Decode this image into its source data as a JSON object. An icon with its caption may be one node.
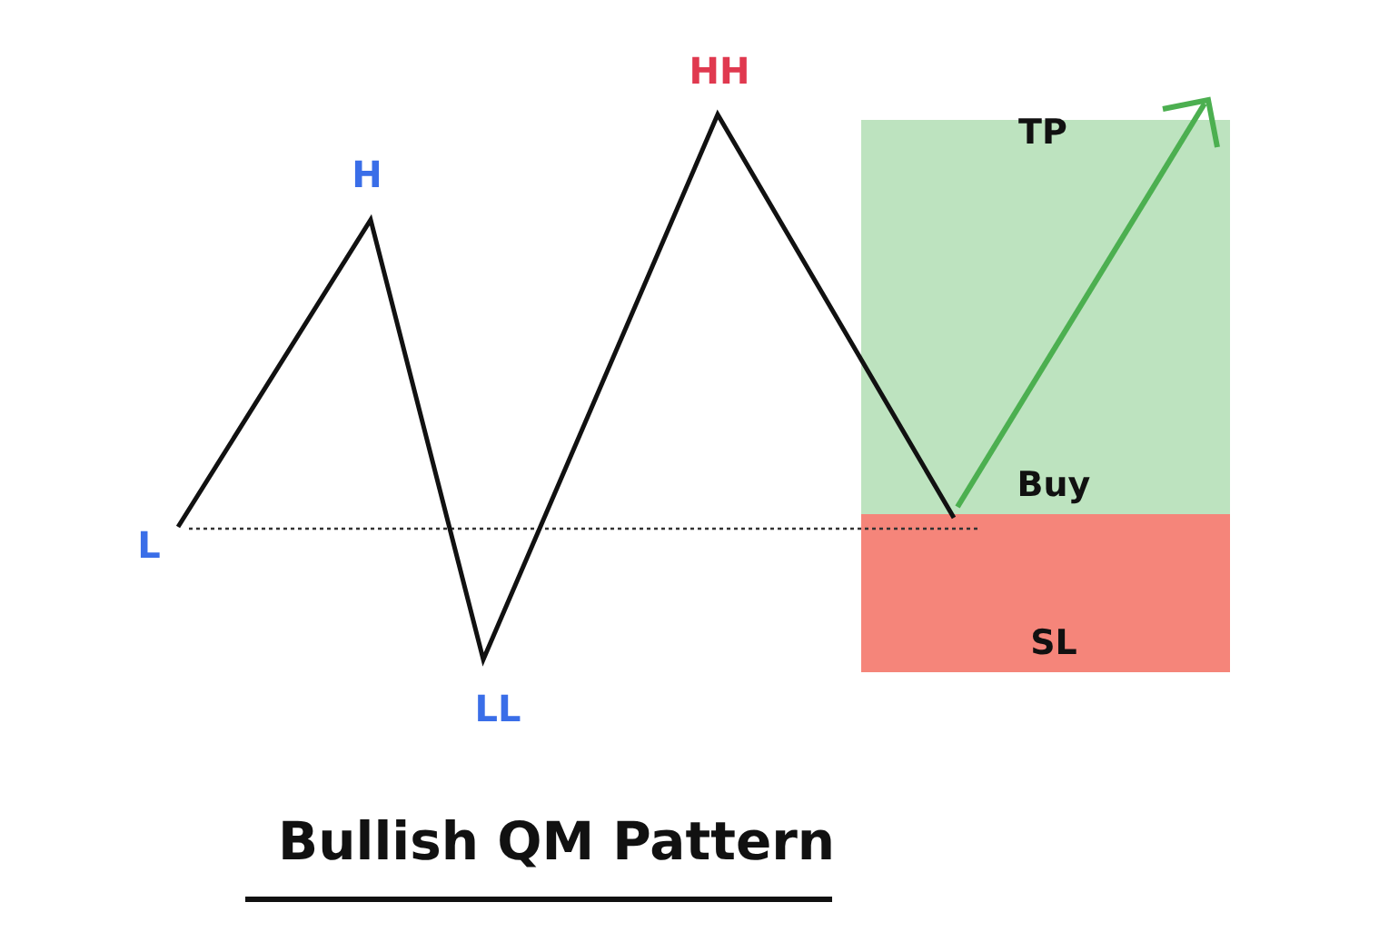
{
  "diagram": {
    "title": "Bullish QM Pattern",
    "nodes": [
      {
        "text": [
          "TP",
          "Buy"
        ]
      },
      {
        "text": [
          "SL"
        ]
      }
    ],
    "labels": [
      "HH",
      "H",
      "L",
      "LL"
    ]
  }
}
